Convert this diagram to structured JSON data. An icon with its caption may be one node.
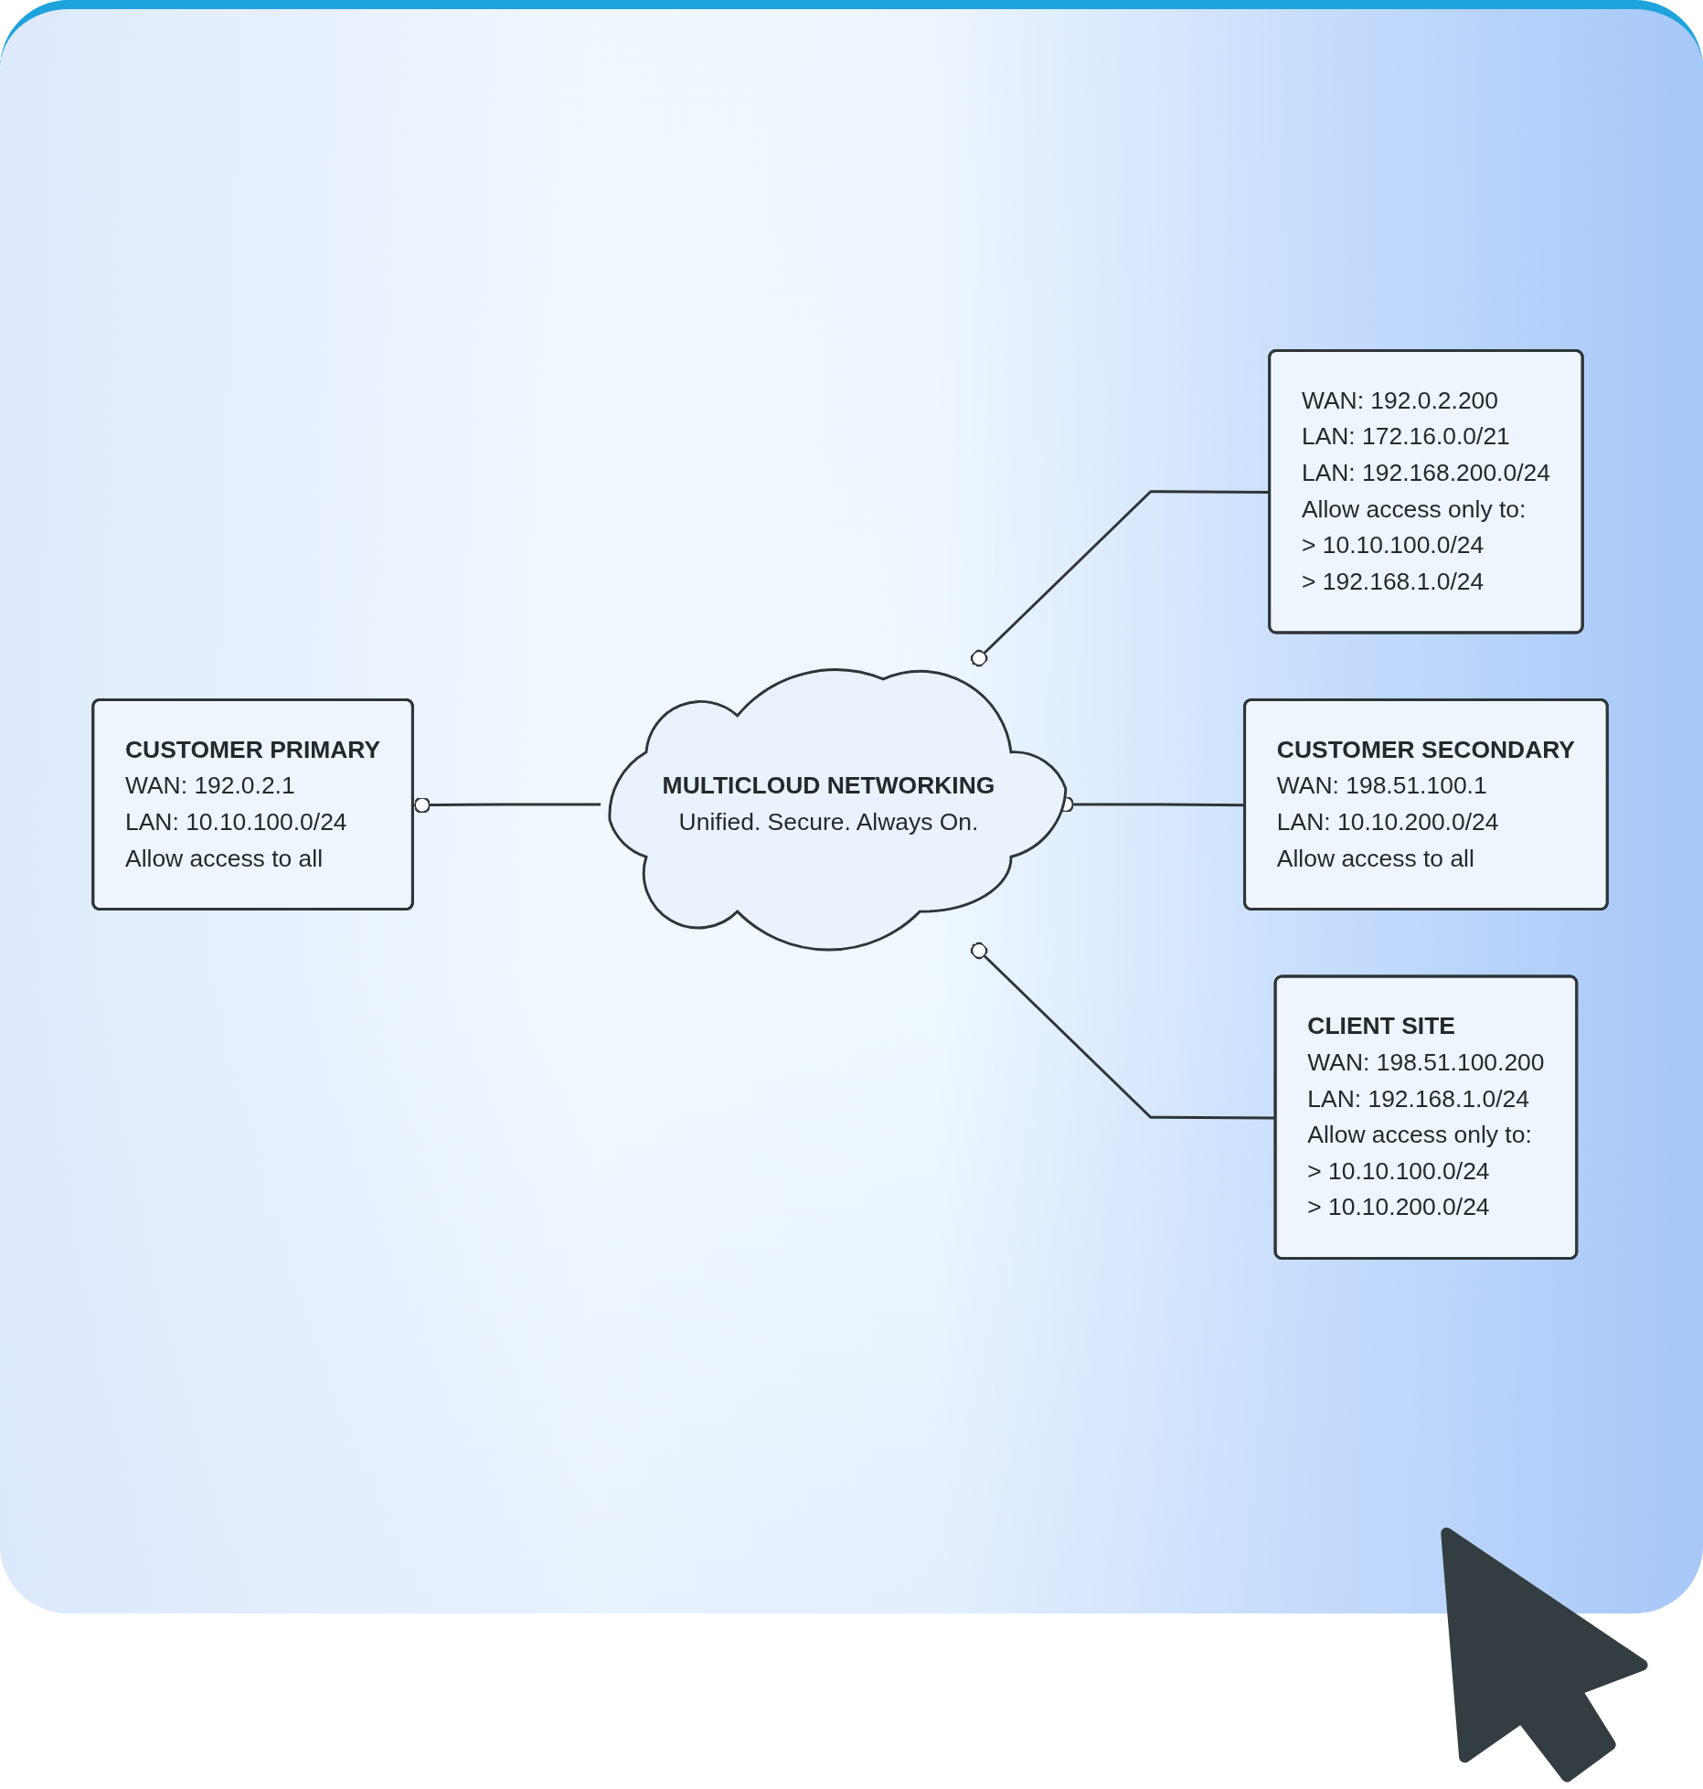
{
  "diagram": {
    "nodes": [
      {
        "text": [
          "CUSTOMER PRIMARY",
          "WAN: 192.0.2.1",
          "LAN: 10.10.100.0/24",
          "Allow access to all"
        ]
      },
      {
        "text": [
          "WAN: 192.0.2.200",
          "LAN: 172.16.0.0/21",
          "LAN: 192.168.200.0/24",
          "Allow access only to:",
          "> 10.10.100.0/24",
          "> 192.168.1.0/24"
        ]
      },
      {
        "text": [
          "MULTICLOUD NETWORKING",
          "Unified. Secure. Always On."
        ]
      },
      {
        "text": [
          "CUSTOMER SECONDARY",
          "WAN: 198.51.100.1",
          "LAN: 10.10.200.0/24",
          "Allow access to all"
        ]
      },
      {
        "text": [
          "CLIENT SITE",
          "WAN: 198.51.100.200",
          "LAN: 192.168.1.0/24",
          "Allow access only to:",
          "> 10.10.100.0/24",
          "> 10.10.200.0/24"
        ]
      }
    ],
    "edges": [
      {
        "from": 2,
        "to": 0,
        "arrow": "other"
      },
      {
        "from": 1,
        "to": 2,
        "arrow": "other"
      },
      {
        "from": 3,
        "to": 2,
        "arrow": "other"
      },
      {
        "from": 4,
        "to": 2,
        "arrow": "other"
      }
    ]
  }
}
